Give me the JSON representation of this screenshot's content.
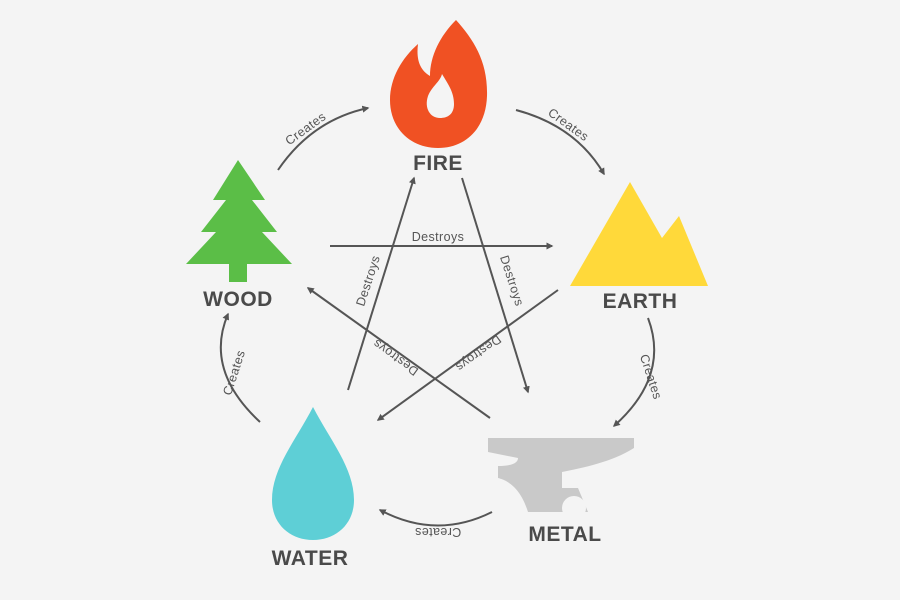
{
  "elements": {
    "fire": {
      "label": "FIRE",
      "color": "#F05123",
      "icon": "flame-icon"
    },
    "earth": {
      "label": "EARTH",
      "color": "#FFD93A",
      "icon": "mountain-icon"
    },
    "metal": {
      "label": "METAL",
      "color": "#C9C9C9",
      "icon": "anvil-icon"
    },
    "water": {
      "label": "WATER",
      "color": "#5ECFD6",
      "icon": "water-drop-icon"
    },
    "wood": {
      "label": "WOOD",
      "color": "#5BBE47",
      "icon": "pine-tree-icon"
    }
  },
  "relations": {
    "create_label": "Creates",
    "destroy_label": "Destroys",
    "line_color": "#555555"
  }
}
